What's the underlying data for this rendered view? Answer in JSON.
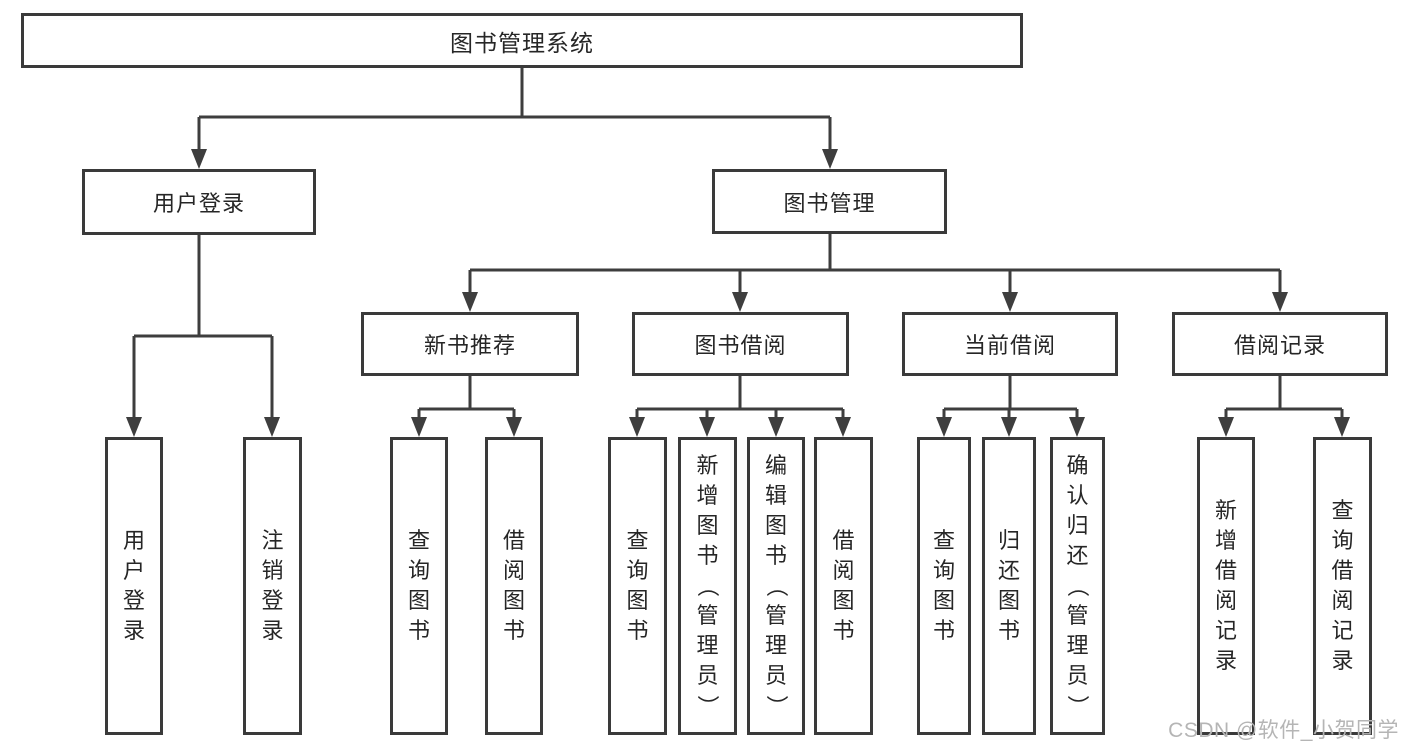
{
  "tree": {
    "root": {
      "label": "图书管理系统",
      "children": [
        {
          "label": "用户登录",
          "children": [
            {
              "label": "用户登录"
            },
            {
              "label": "注销登录"
            }
          ]
        },
        {
          "label": "图书管理",
          "children": [
            {
              "label": "新书推荐",
              "children": [
                {
                  "label": "查询图书"
                },
                {
                  "label": "借阅图书"
                }
              ]
            },
            {
              "label": "图书借阅",
              "children": [
                {
                  "label": "查询图书"
                },
                {
                  "label": "新增图书（管理员）"
                },
                {
                  "label": "编辑图书（管理员）"
                },
                {
                  "label": "借阅图书"
                }
              ]
            },
            {
              "label": "当前借阅",
              "children": [
                {
                  "label": "查询图书"
                },
                {
                  "label": "归还图书"
                },
                {
                  "label": "确认归还（管理员）"
                }
              ]
            },
            {
              "label": "借阅记录",
              "children": [
                {
                  "label": "新增借阅记录"
                },
                {
                  "label": "查询借阅记录"
                }
              ]
            }
          ]
        }
      ]
    }
  },
  "watermark": {
    "text": "CSDN @软件_小贺同学"
  },
  "colors": {
    "line": "#3e3e3e",
    "border": "#3a3a3a",
    "text": "#262626",
    "watermark": "#b5b5b5",
    "background": "#ffffff"
  }
}
